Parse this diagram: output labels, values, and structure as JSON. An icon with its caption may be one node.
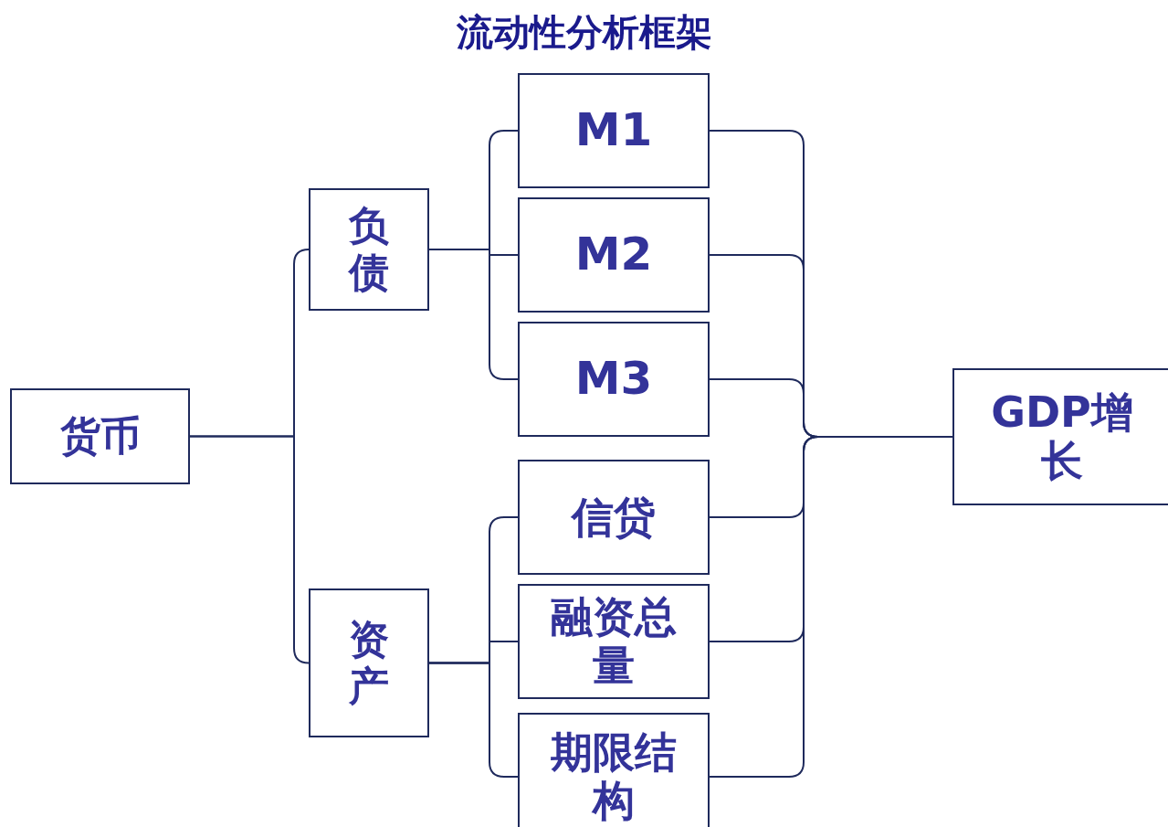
{
  "diagram": {
    "title": "流动性分析框架",
    "nodes": [
      {
        "text": [
          "货币"
        ]
      },
      {
        "text": [
          "负债"
        ]
      },
      {
        "text": [
          "资产"
        ]
      },
      {
        "text": [
          "M1"
        ]
      },
      {
        "text": [
          "M2"
        ]
      },
      {
        "text": [
          "M3"
        ]
      },
      {
        "text": [
          "信贷"
        ]
      },
      {
        "text": [
          "融资总量"
        ]
      },
      {
        "text": [
          "期限结构"
        ]
      },
      {
        "text": [
          "GDP增长"
        ]
      }
    ],
    "edges": [
      {
        "from": 0,
        "to": 1,
        "arrow": "none"
      },
      {
        "from": 0,
        "to": 2,
        "arrow": "none"
      },
      {
        "from": 1,
        "to": 3,
        "arrow": "none"
      },
      {
        "from": 1,
        "to": 4,
        "arrow": "none"
      },
      {
        "from": 1,
        "to": 5,
        "arrow": "none"
      },
      {
        "from": 2,
        "to": 6,
        "arrow": "none"
      },
      {
        "from": 2,
        "to": 7,
        "arrow": "none"
      },
      {
        "from": 2,
        "to": 8,
        "arrow": "none"
      },
      {
        "from": 3,
        "to": 9,
        "arrow": "none"
      },
      {
        "from": 4,
        "to": 9,
        "arrow": "none"
      },
      {
        "from": 5,
        "to": 9,
        "arrow": "none"
      },
      {
        "from": 6,
        "to": 9,
        "arrow": "none"
      },
      {
        "from": 7,
        "to": 9,
        "arrow": "none"
      },
      {
        "from": 8,
        "to": 9,
        "arrow": "none"
      }
    ]
  }
}
